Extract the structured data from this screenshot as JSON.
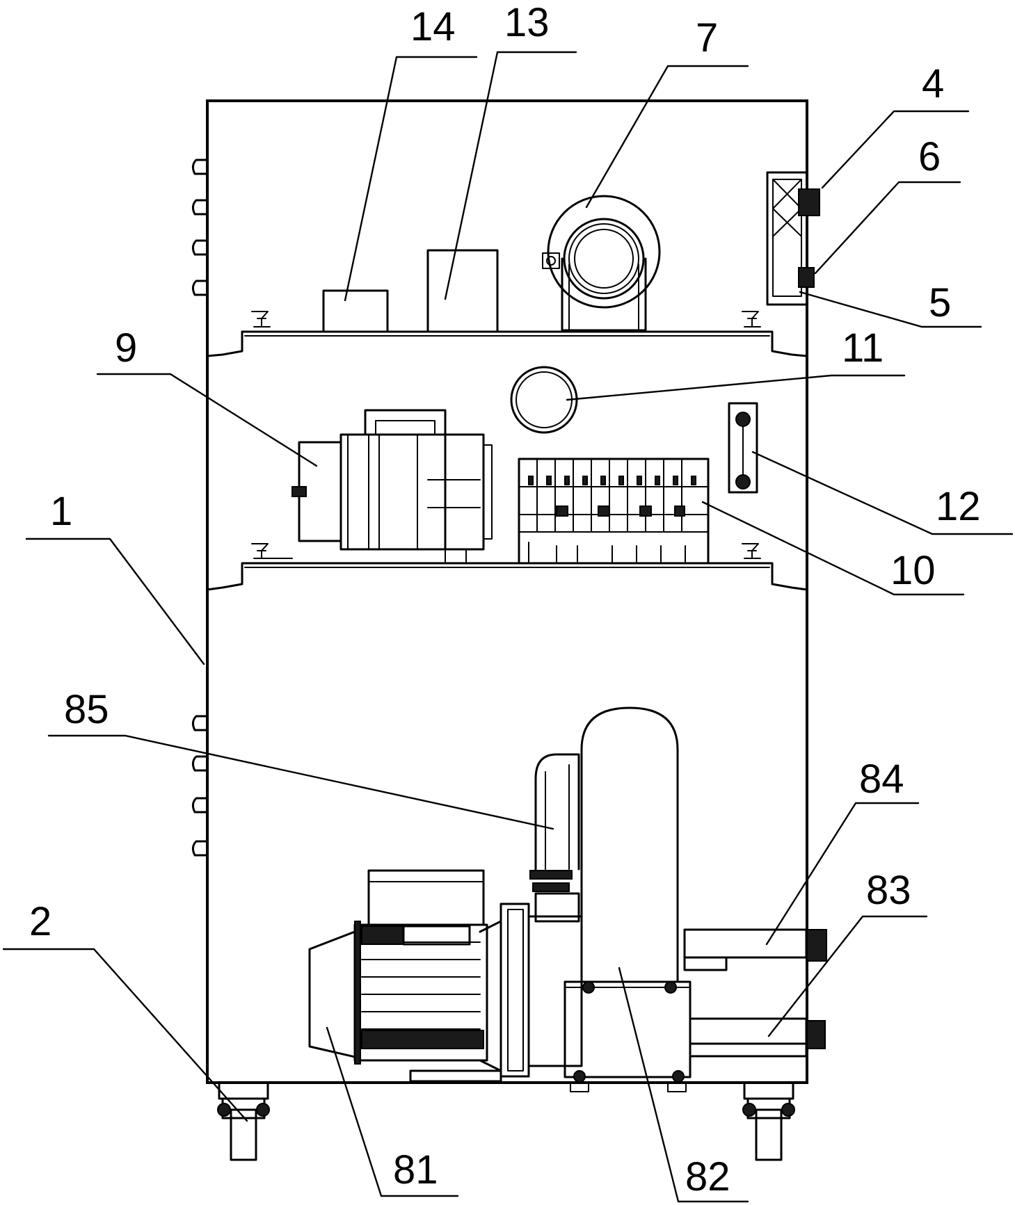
{
  "labels": {
    "l1": "1",
    "l2": "2",
    "l4": "4",
    "l5": "5",
    "l6": "6",
    "l7": "7",
    "l9": "9",
    "l10": "10",
    "l11": "11",
    "l12": "12",
    "l13": "13",
    "l14": "14",
    "l81": "81",
    "l82": "82",
    "l83": "83",
    "l84": "84",
    "l85": "85"
  }
}
